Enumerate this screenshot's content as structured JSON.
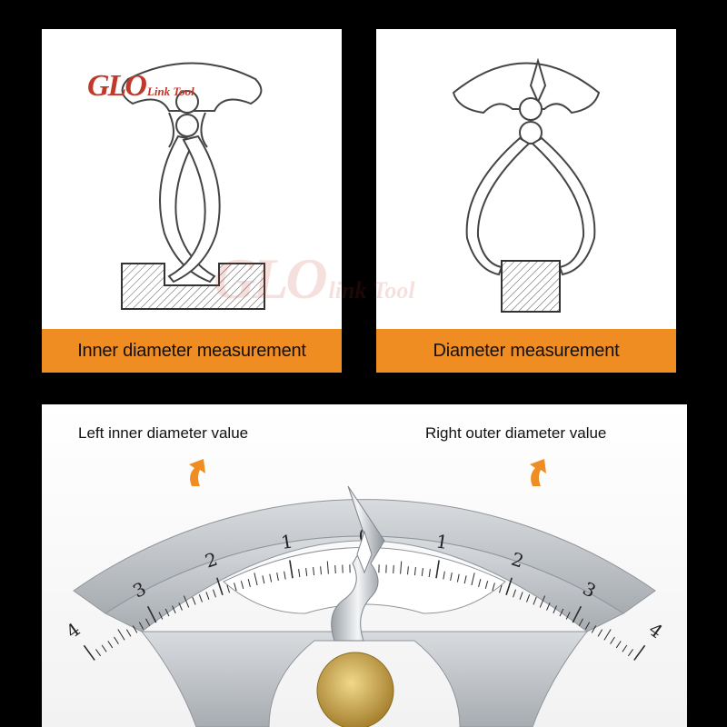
{
  "logo": {
    "mark": "GLO",
    "word": "Link Tool"
  },
  "watermark": {
    "mark": "GLO",
    "word": "link Tool"
  },
  "panels": {
    "left": {
      "caption": "Inner diameter measurement"
    },
    "right": {
      "caption": "Diameter measurement"
    }
  },
  "scale": {
    "left_label": "Left inner diameter value",
    "right_label": "Right outer diameter value",
    "ticks": [
      "4",
      "3",
      "2",
      "1",
      "0",
      "1",
      "2",
      "3",
      "4"
    ]
  },
  "colors": {
    "accent": "#ef8c22",
    "logo": "#c0392b",
    "steel": "#b9bdc2",
    "brass": "#c9a44a"
  }
}
